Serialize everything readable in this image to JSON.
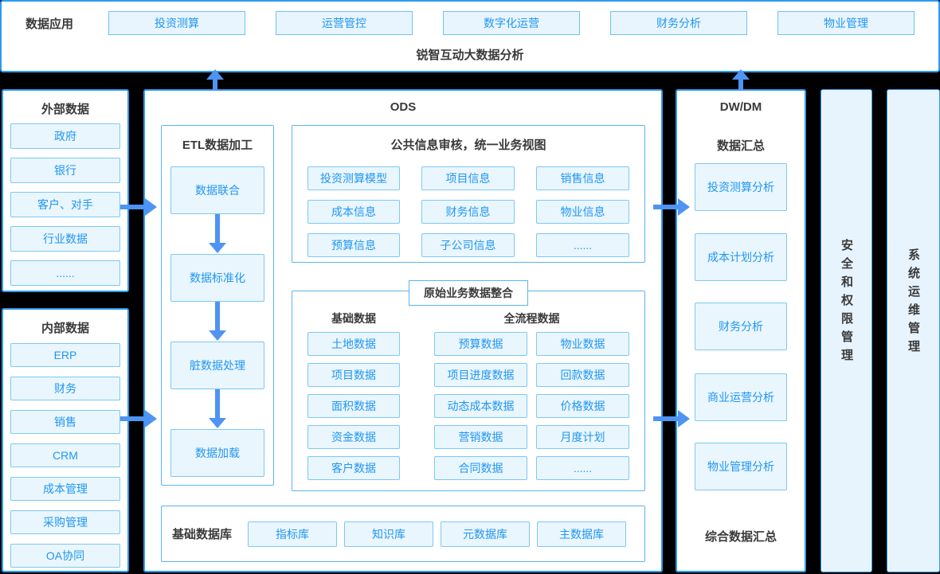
{
  "colors": {
    "accent_blue": "#2b9af2",
    "item_text_blue": "#2196f3",
    "item_fill": "#e9f6fe",
    "item_border": "#7dc8f4",
    "arrow_blue": "#4f94f2",
    "sidebar_fill": "#e8f4fd",
    "panel_bg": "#ffffff",
    "page_bg": "#000000",
    "dark_text": "#3a3a3a"
  },
  "top_bar": {
    "label": "数据应用",
    "buttons": [
      "投资测算",
      "运营管控",
      "数字化运营",
      "财务分析",
      "物业管理"
    ],
    "title": "锐智互动大数据分析"
  },
  "external_data": {
    "title": "外部数据",
    "items": [
      "政府",
      "银行",
      "客户、对手",
      "行业数据",
      "......"
    ]
  },
  "internal_data": {
    "title": "内部数据",
    "items": [
      "ERP",
      "财务",
      "销售",
      "CRM",
      "成本管理",
      "采购管理",
      "OA协同"
    ]
  },
  "ods": {
    "title": "ODS",
    "etl": {
      "title": "ETL数据加工",
      "steps": [
        "数据联合",
        "数据标准化",
        "脏数据处理",
        "数据加载"
      ]
    },
    "common_info": {
      "title": "公共信息审核，统一业务视图",
      "items": [
        "投资测算模型",
        "项目信息",
        "销售信息",
        "成本信息",
        "财务信息",
        "物业信息",
        "预算信息",
        "子公司信息",
        "......"
      ]
    },
    "raw_integration": {
      "title": "原始业务数据整合",
      "base": {
        "title": "基础数据",
        "items": [
          "土地数据",
          "项目数据",
          "面积数据",
          "资金数据",
          "客户数据"
        ]
      },
      "process": {
        "title": "全流程数据",
        "items": [
          "预算数据",
          "物业数据",
          "项目进度数据",
          "回款数据",
          "动态成本数据",
          "价格数据",
          "营销数据",
          "月度计划",
          "合同数据",
          "......"
        ]
      }
    },
    "base_db": {
      "title": "基础数据库",
      "items": [
        "指标库",
        "知识库",
        "元数据库",
        "主数据库"
      ]
    }
  },
  "dwdm": {
    "title": "DW/DM",
    "subtitle": "数据汇总",
    "items": [
      "投资测算分析",
      "成本计划分析",
      "财务分析",
      "商业运营分析",
      "物业管理分析"
    ],
    "footer": "综合数据汇总"
  },
  "side_bars": [
    {
      "label": "安全和权限管理"
    },
    {
      "label": "系统运维管理"
    }
  ]
}
